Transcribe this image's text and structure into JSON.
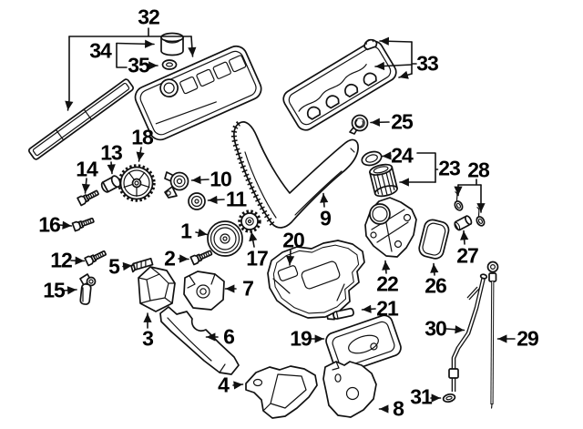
{
  "diagram": {
    "kind": "exploded-engine-parts-diagram",
    "background_color": "#ffffff",
    "line_color": "#111111",
    "label_color": "#000000"
  },
  "labels": [
    {
      "text": "1"
    },
    {
      "text": "2"
    },
    {
      "text": "3"
    },
    {
      "text": "4"
    },
    {
      "text": "5"
    },
    {
      "text": "6"
    },
    {
      "text": "7"
    },
    {
      "text": "8"
    },
    {
      "text": "9"
    },
    {
      "text": "10"
    },
    {
      "text": "11"
    },
    {
      "text": "12"
    },
    {
      "text": "13"
    },
    {
      "text": "14"
    },
    {
      "text": "15"
    },
    {
      "text": "16"
    },
    {
      "text": "17"
    },
    {
      "text": "18"
    },
    {
      "text": "19"
    },
    {
      "text": "20"
    },
    {
      "text": "21"
    },
    {
      "text": "22"
    },
    {
      "text": "23"
    },
    {
      "text": "24"
    },
    {
      "text": "25"
    },
    {
      "text": "26"
    },
    {
      "text": "27"
    },
    {
      "text": "28"
    },
    {
      "text": "29"
    },
    {
      "text": "30"
    },
    {
      "text": "31"
    },
    {
      "text": "32"
    },
    {
      "text": "33"
    },
    {
      "text": "34"
    },
    {
      "text": "35"
    }
  ]
}
